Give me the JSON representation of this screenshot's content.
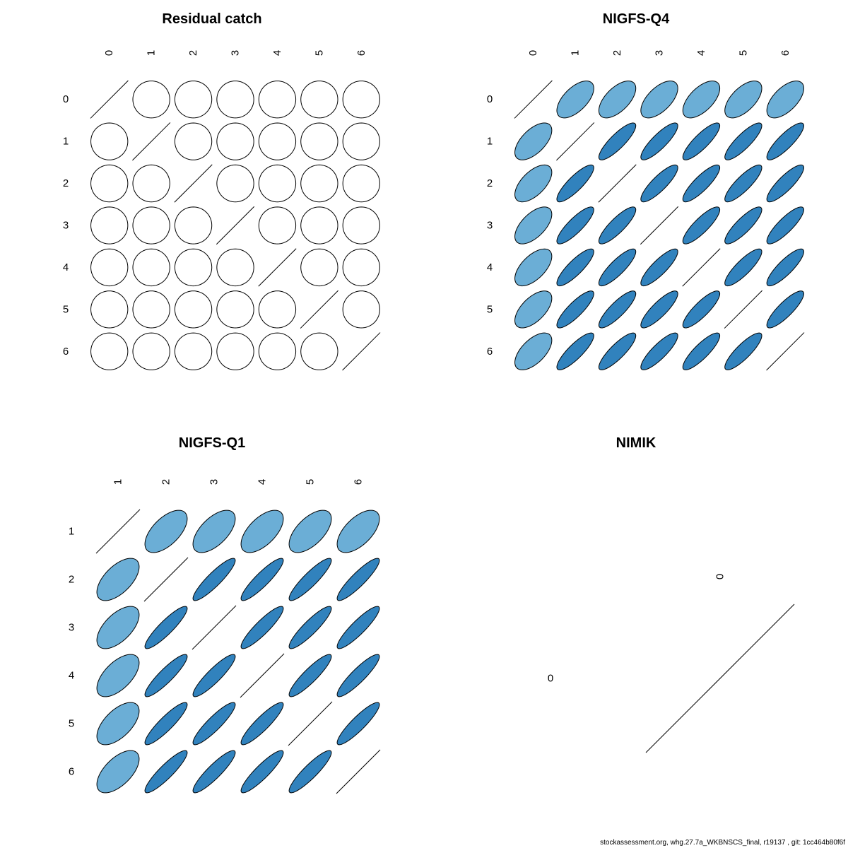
{
  "footer": "stockassessment.org, whg.27.7a_WKBNSCS_final, r19137 , git: 1cc464b80f6f",
  "colors": {
    "weak_fill": "#6baed6",
    "strong_fill": "#3182bd",
    "stroke": "#000000",
    "empty_fill": "#ffffff"
  },
  "chart_data": [
    {
      "type": "correlation-ellipse-matrix",
      "title": "Residual catch",
      "labels": [
        "0",
        "1",
        "2",
        "3",
        "4",
        "5",
        "6"
      ],
      "matrix": [
        [
          1,
          0,
          0,
          0,
          0,
          0,
          0
        ],
        [
          0,
          1,
          0,
          0,
          0,
          0,
          0
        ],
        [
          0,
          0,
          1,
          0,
          0,
          0,
          0
        ],
        [
          0,
          0,
          0,
          1,
          0,
          0,
          0
        ],
        [
          0,
          0,
          0,
          0,
          1,
          0,
          0
        ],
        [
          0,
          0,
          0,
          0,
          0,
          1,
          0
        ],
        [
          0,
          0,
          0,
          0,
          0,
          0,
          1
        ]
      ]
    },
    {
      "type": "correlation-ellipse-matrix",
      "title": "NIGFS-Q4",
      "labels": [
        "0",
        "1",
        "2",
        "3",
        "4",
        "5",
        "6"
      ],
      "matrix": [
        [
          1,
          0.6,
          0.6,
          0.6,
          0.6,
          0.6,
          0.6
        ],
        [
          0.6,
          1,
          0.85,
          0.85,
          0.85,
          0.85,
          0.85
        ],
        [
          0.6,
          0.85,
          1,
          0.85,
          0.85,
          0.85,
          0.85
        ],
        [
          0.6,
          0.85,
          0.85,
          1,
          0.85,
          0.85,
          0.85
        ],
        [
          0.6,
          0.85,
          0.85,
          0.85,
          1,
          0.85,
          0.85
        ],
        [
          0.6,
          0.85,
          0.85,
          0.85,
          0.85,
          1,
          0.85
        ],
        [
          0.6,
          0.85,
          0.85,
          0.85,
          0.85,
          0.85,
          1
        ]
      ]
    },
    {
      "type": "correlation-ellipse-matrix",
      "title": "NIGFS-Q1",
      "labels": [
        "1",
        "2",
        "3",
        "4",
        "5",
        "6"
      ],
      "matrix": [
        [
          1,
          0.6,
          0.6,
          0.6,
          0.6,
          0.6
        ],
        [
          0.6,
          1,
          0.9,
          0.9,
          0.9,
          0.9
        ],
        [
          0.6,
          0.9,
          1,
          0.9,
          0.9,
          0.9
        ],
        [
          0.6,
          0.9,
          0.9,
          1,
          0.9,
          0.9
        ],
        [
          0.6,
          0.9,
          0.9,
          0.9,
          1,
          0.9
        ],
        [
          0.6,
          0.9,
          0.9,
          0.9,
          0.9,
          1
        ]
      ]
    },
    {
      "type": "correlation-ellipse-matrix",
      "title": "NIMIK",
      "labels": [
        "0"
      ],
      "matrix": [
        [
          1
        ]
      ]
    }
  ]
}
